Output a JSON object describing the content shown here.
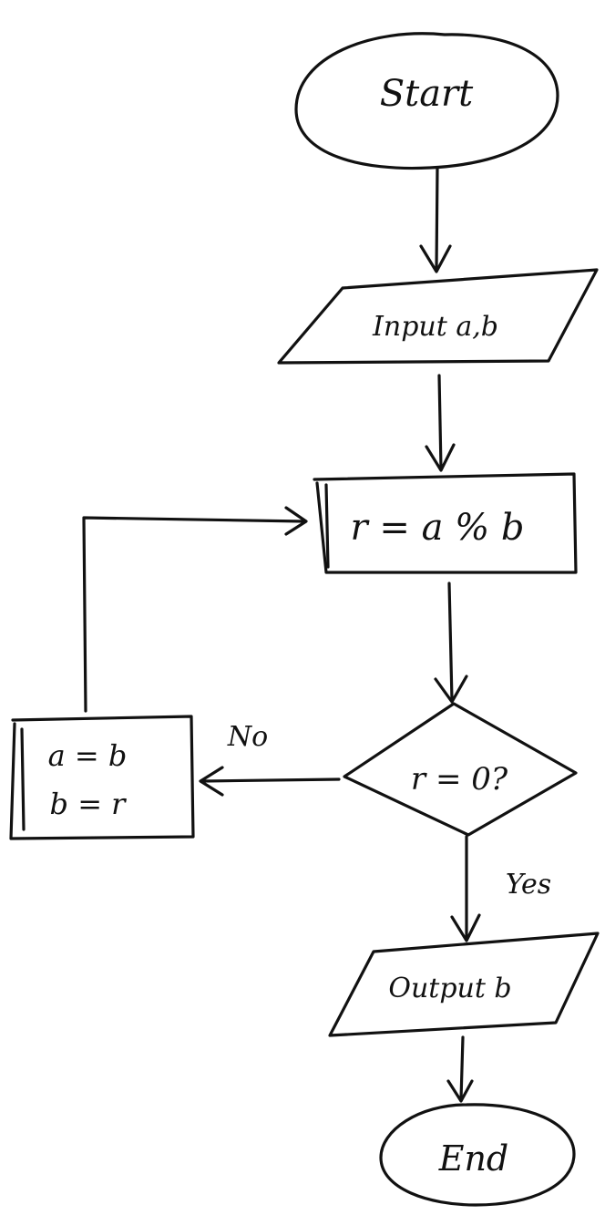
{
  "diagram": {
    "nodes": {
      "start": "Start",
      "input": "Input a,b",
      "compute": "r = a % b",
      "decision": "r = 0?",
      "swap_line1": "a = b",
      "swap_line2": "b = r",
      "output": "Output b",
      "end": "End"
    },
    "edges": {
      "no_label": "No",
      "yes_label": "Yes"
    },
    "colors": {
      "ink": "#111111",
      "background": "#ffffff"
    }
  }
}
